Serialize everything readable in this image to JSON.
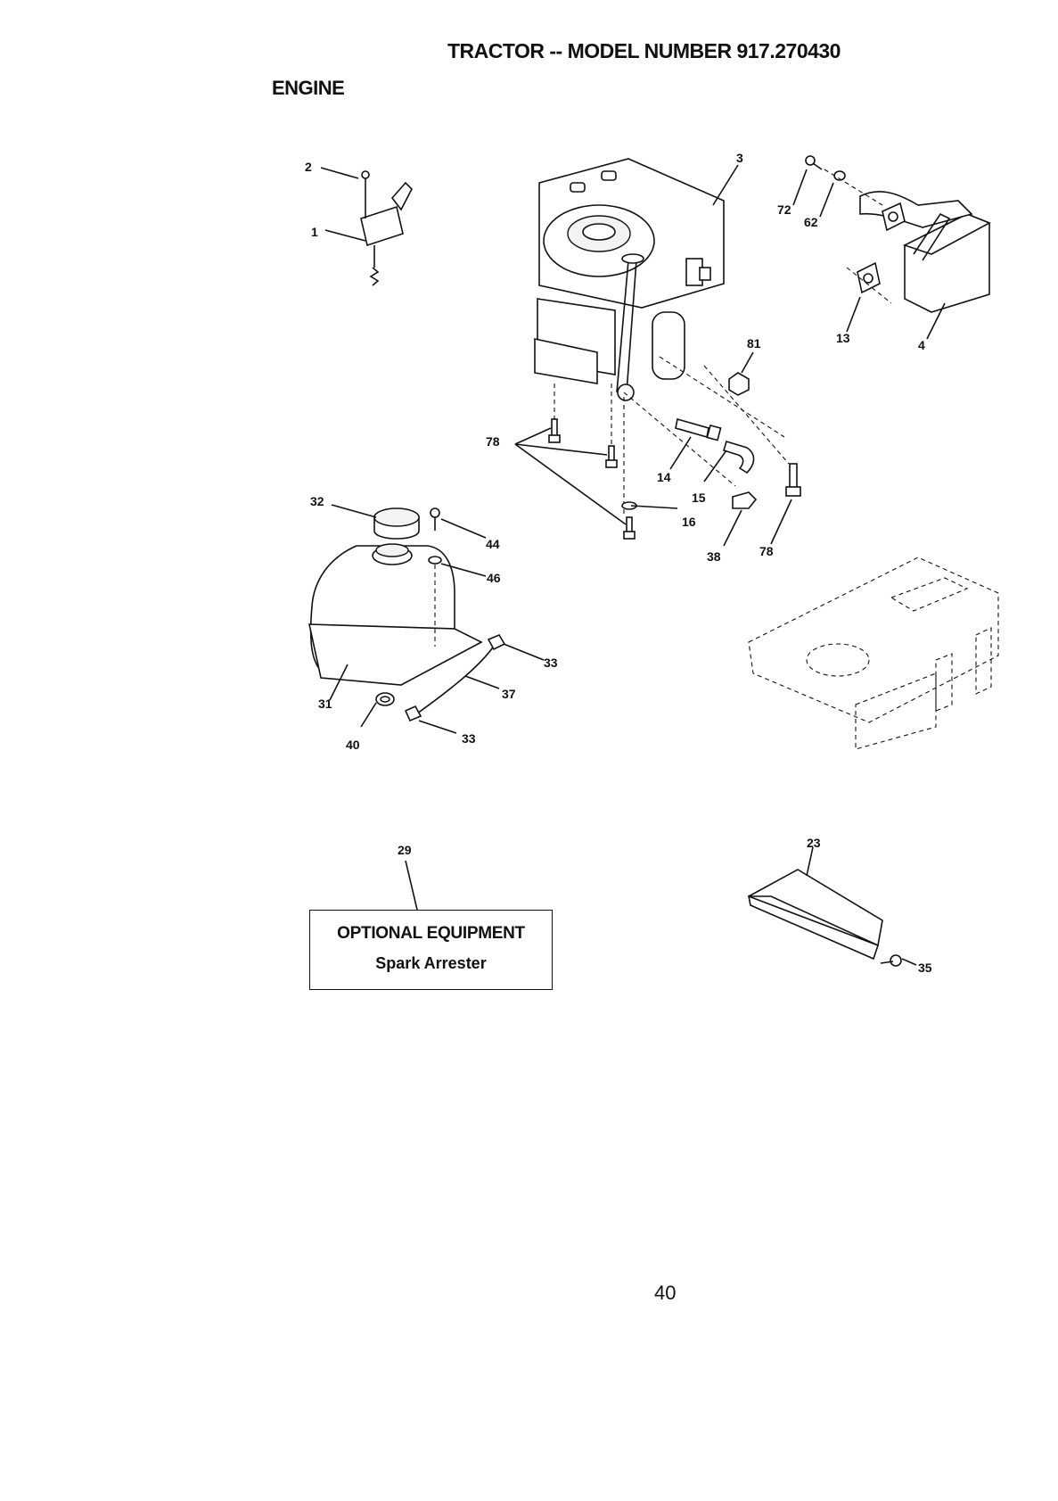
{
  "header": {
    "title": "TRACTOR -- MODEL NUMBER 917.270430",
    "section": "ENGINE"
  },
  "callouts": {
    "p1": "1",
    "p2": "2",
    "p3": "3",
    "p4": "4",
    "p13": "13",
    "p14": "14",
    "p15": "15",
    "p16": "16",
    "p23": "23",
    "p29": "29",
    "p31": "31",
    "p32": "32",
    "p33a": "33",
    "p33b": "33",
    "p35": "35",
    "p37": "37",
    "p38": "38",
    "p40": "40",
    "p44": "44",
    "p46": "46",
    "p62": "62",
    "p72": "72",
    "p78a": "78",
    "p78b": "78",
    "p81": "81"
  },
  "optional_equipment": {
    "title": "OPTIONAL EQUIPMENT",
    "item": "Spark Arrester"
  },
  "footer": {
    "page_number": "40"
  }
}
